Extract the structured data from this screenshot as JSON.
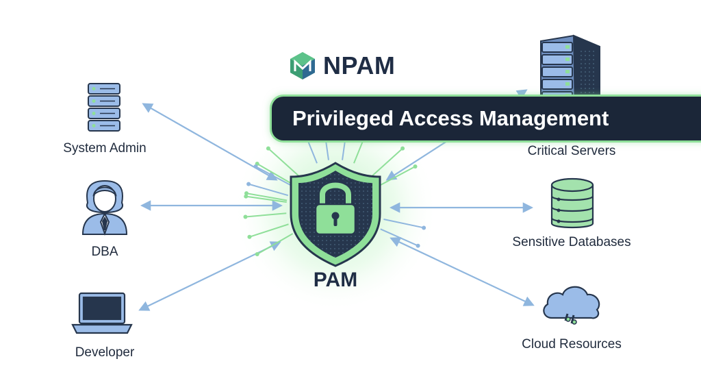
{
  "brand": {
    "logo_text": "NPAM"
  },
  "title": "Privileged Access Management",
  "center": {
    "label": "PAM"
  },
  "users": [
    {
      "label": "System Admin",
      "icon": "server-stack-icon"
    },
    {
      "label": "DBA",
      "icon": "person-icon"
    },
    {
      "label": "Developer",
      "icon": "laptop-icon"
    }
  ],
  "resources": [
    {
      "label": "Critical Servers",
      "icon": "server-rack-icon"
    },
    {
      "label": "Sensitive Databases",
      "icon": "database-icon"
    },
    {
      "label": "Cloud Resources",
      "icon": "cloud-icon"
    }
  ],
  "colors": {
    "accent_green": "#8fdf99",
    "arrow_blue": "#8fb6de",
    "icon_blue": "#9bbce8",
    "shield_dark": "#26364d",
    "title_bg": "#1b2638"
  }
}
